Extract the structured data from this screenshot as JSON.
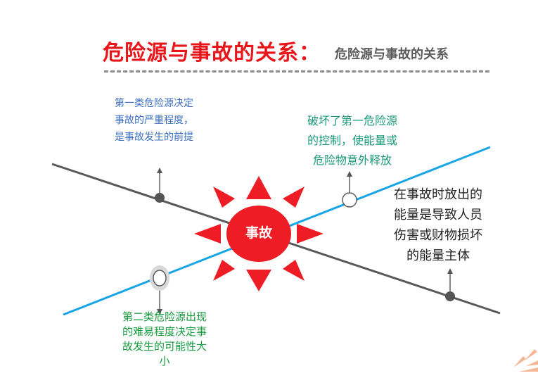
{
  "header": {
    "title": "危险源与事故的关系：",
    "subtitle": "危险源与事故的关系"
  },
  "center": {
    "label": "事故"
  },
  "notes": {
    "first_class": [
      "第一类危险源决定",
      "事故的严重程度，",
      "是事故发生的前提"
    ],
    "break_control": [
      "破坏了第一危险源",
      "的控制，使能量或",
      "危险物意外释放"
    ],
    "energy": [
      "在事故时放出的",
      "能量是导致人员",
      "伤害或财物损坏",
      "的能量主体"
    ],
    "second_class": [
      "第二类危险源出现",
      "的难易程度决定事",
      "故发生的可能性大",
      "小"
    ]
  },
  "colors": {
    "title_red": "#e8161b",
    "sun_red": "#ee1c24",
    "blue_line": "#19a4e6",
    "gray_line": "#595959"
  }
}
